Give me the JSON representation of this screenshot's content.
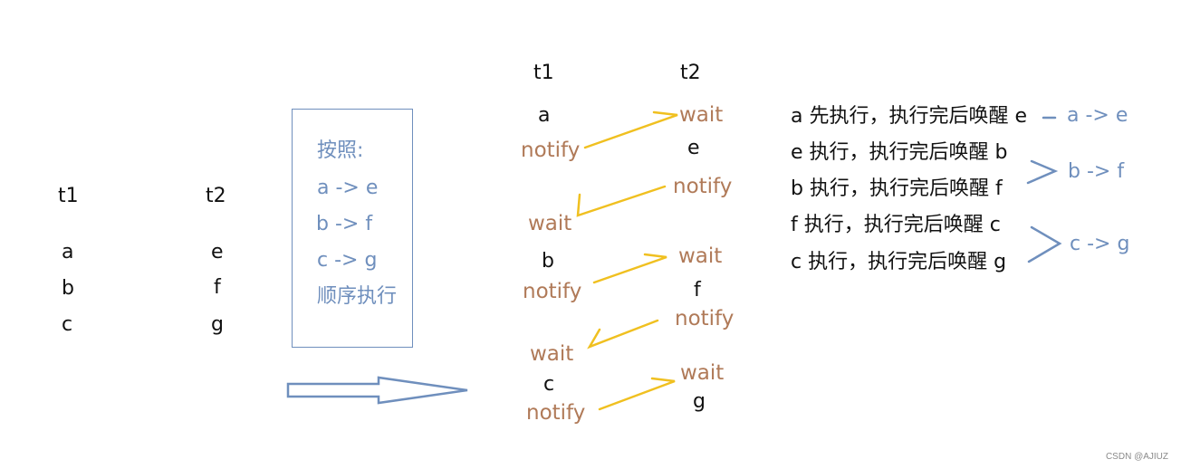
{
  "left_columns": {
    "t1_header": "t1",
    "t2_header": "t2",
    "t1_items": [
      "a",
      "b",
      "c"
    ],
    "t2_items": [
      "e",
      "f",
      "g"
    ]
  },
  "order_box": {
    "title": "按照:",
    "rules": [
      "a -> e",
      "b -> f",
      "c -> g"
    ],
    "footer": "顺序执行"
  },
  "timeline": {
    "t1_header": "t1",
    "t2_header": "t2",
    "t1_events": [
      "a",
      "notify",
      "wait",
      "b",
      "notify",
      "wait",
      "c",
      "notify"
    ],
    "t2_events": [
      "wait",
      "e",
      "notify",
      "wait",
      "f",
      "notify",
      "wait",
      "g"
    ]
  },
  "steps": [
    "a 先执行，执行完后唤醒 e",
    "e 执行，执行完后唤醒 b",
    "b 执行，执行完后唤醒 f",
    "f  执行，执行完后唤醒 c",
    "c 执行，执行完后唤醒 g"
  ],
  "pairs": [
    "a -> e",
    "b -> f",
    "c -> g"
  ],
  "watermark": "CSDN @AJIUZ",
  "colors": {
    "text": "#111111",
    "blue": "#6f8fbd",
    "brown": "#b07a58",
    "arrow": "#f0c020"
  }
}
